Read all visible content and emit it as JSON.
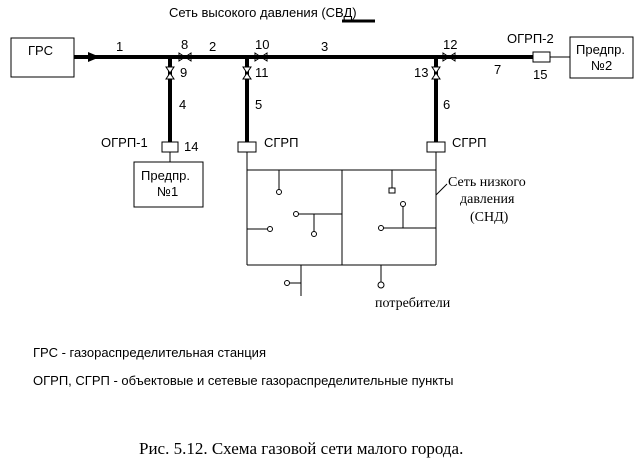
{
  "title": "Сеть высокого давления (СВД)",
  "nodes": {
    "grs": "ГРС",
    "ogrp1": "ОГРП-1",
    "ogrp2": "ОГРП-2",
    "sgrp_left": "СГРП",
    "sgrp_right": "СГРП",
    "ent1_line1": "Предпр.",
    "ent1_line2": "№1",
    "ent2_line1": "Предпр.",
    "ent2_line2": "№2"
  },
  "numbers": {
    "n1": "1",
    "n2": "2",
    "n3": "3",
    "n4": "4",
    "n5": "5",
    "n6": "6",
    "n7": "7",
    "n8": "8",
    "n9": "9",
    "n10": "10",
    "n11": "11",
    "n12": "12",
    "n13": "13",
    "n14": "14",
    "n15": "15"
  },
  "low_net": {
    "line1": "Сеть низкого",
    "line2": "давления",
    "line3": "(СНД)"
  },
  "consumers": "потребители",
  "legend": {
    "grs": "ГРС - газораспределительная станция",
    "grp": "ОГРП, СГРП - объектовые и сетевые газораспределительные пункты"
  },
  "caption": "Рис. 5.12. Схема газовой сети малого города."
}
